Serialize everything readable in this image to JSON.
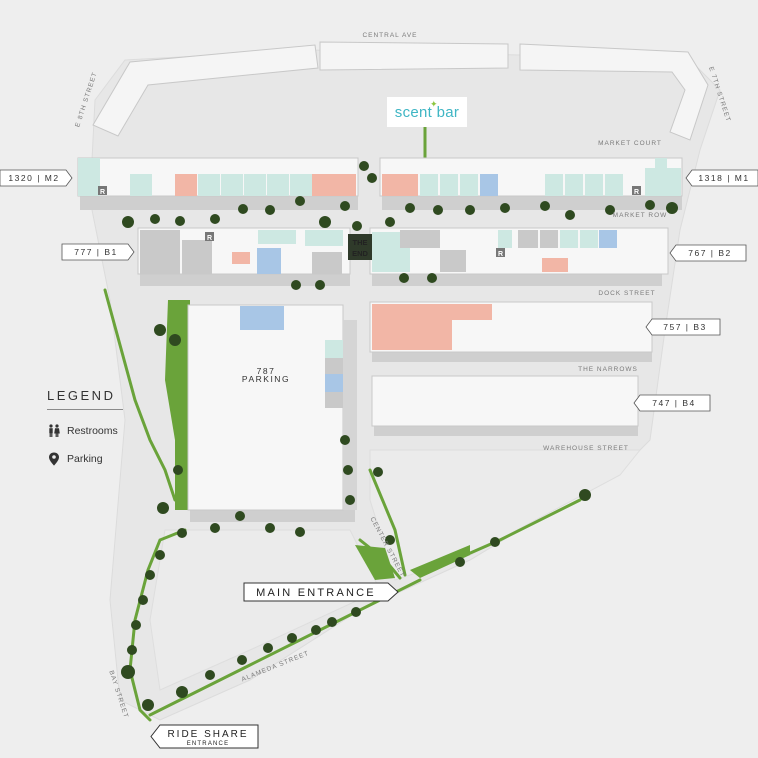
{
  "buildings": {
    "m2": "1320 | M2",
    "m1": "1318 | M1",
    "b1": "777 | B1",
    "b2": "767 | B2",
    "b3": "757 | B3",
    "b4": "747 | B4",
    "parking_num": "787",
    "parking_word": "PARKING",
    "the_end_1": "THE",
    "the_end_2": "END"
  },
  "streets": {
    "central": "CENTRAL AVE",
    "e8th": "E 8TH STREET",
    "e7th": "E 7TH STREET",
    "market_court": "MARKET COURT",
    "market_row": "MARKET ROW",
    "dock": "DOCK STREET",
    "narrows": "THE NARROWS",
    "warehouse": "WAREHOUSE STREET",
    "center": "CENTER STREET",
    "alameda": "ALAMEDA STREET",
    "bay": "BAY STREET"
  },
  "signs": {
    "main_entrance": "MAIN ENTRANCE",
    "ride_share_1": "RIDE SHARE",
    "ride_share_2": "ENTRANCE"
  },
  "logo": {
    "text": "scent bar",
    "icon": "sprig-icon"
  },
  "legend": {
    "title": "LEGEND",
    "restrooms": "Restrooms",
    "parking": "Parking",
    "restroom_glyph": "R"
  },
  "colors": {
    "background": "#eeeeee",
    "building": "#f7f7f7",
    "building_shadow": "#cfcfcf",
    "green": "#6aa33a",
    "teal_unit": "#cde8e2",
    "salmon_unit": "#f2b6a6",
    "blue_unit": "#a8c6e6",
    "gray_unit": "#c9c9c9"
  }
}
